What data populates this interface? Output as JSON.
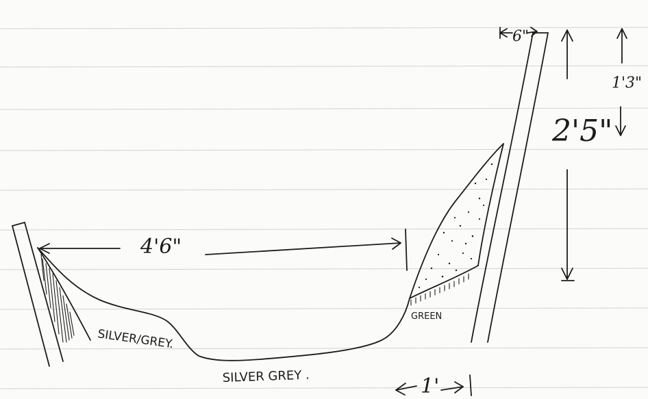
{
  "dimensions": {
    "left_width": "4'6\"",
    "right_wall_top": "6\"",
    "height_total": "2'5\"",
    "height_upper": "1'3\"",
    "bottom_width": "1'"
  },
  "labels": {
    "left_slope": "SILVER/GREY.",
    "bottom": "SILVER GREY .",
    "right_slope": "GREEN"
  },
  "colors": {
    "ink": "#1b1b1b",
    "ruled_lines": "#cfd2d6",
    "paper": "#fbfbf9"
  }
}
